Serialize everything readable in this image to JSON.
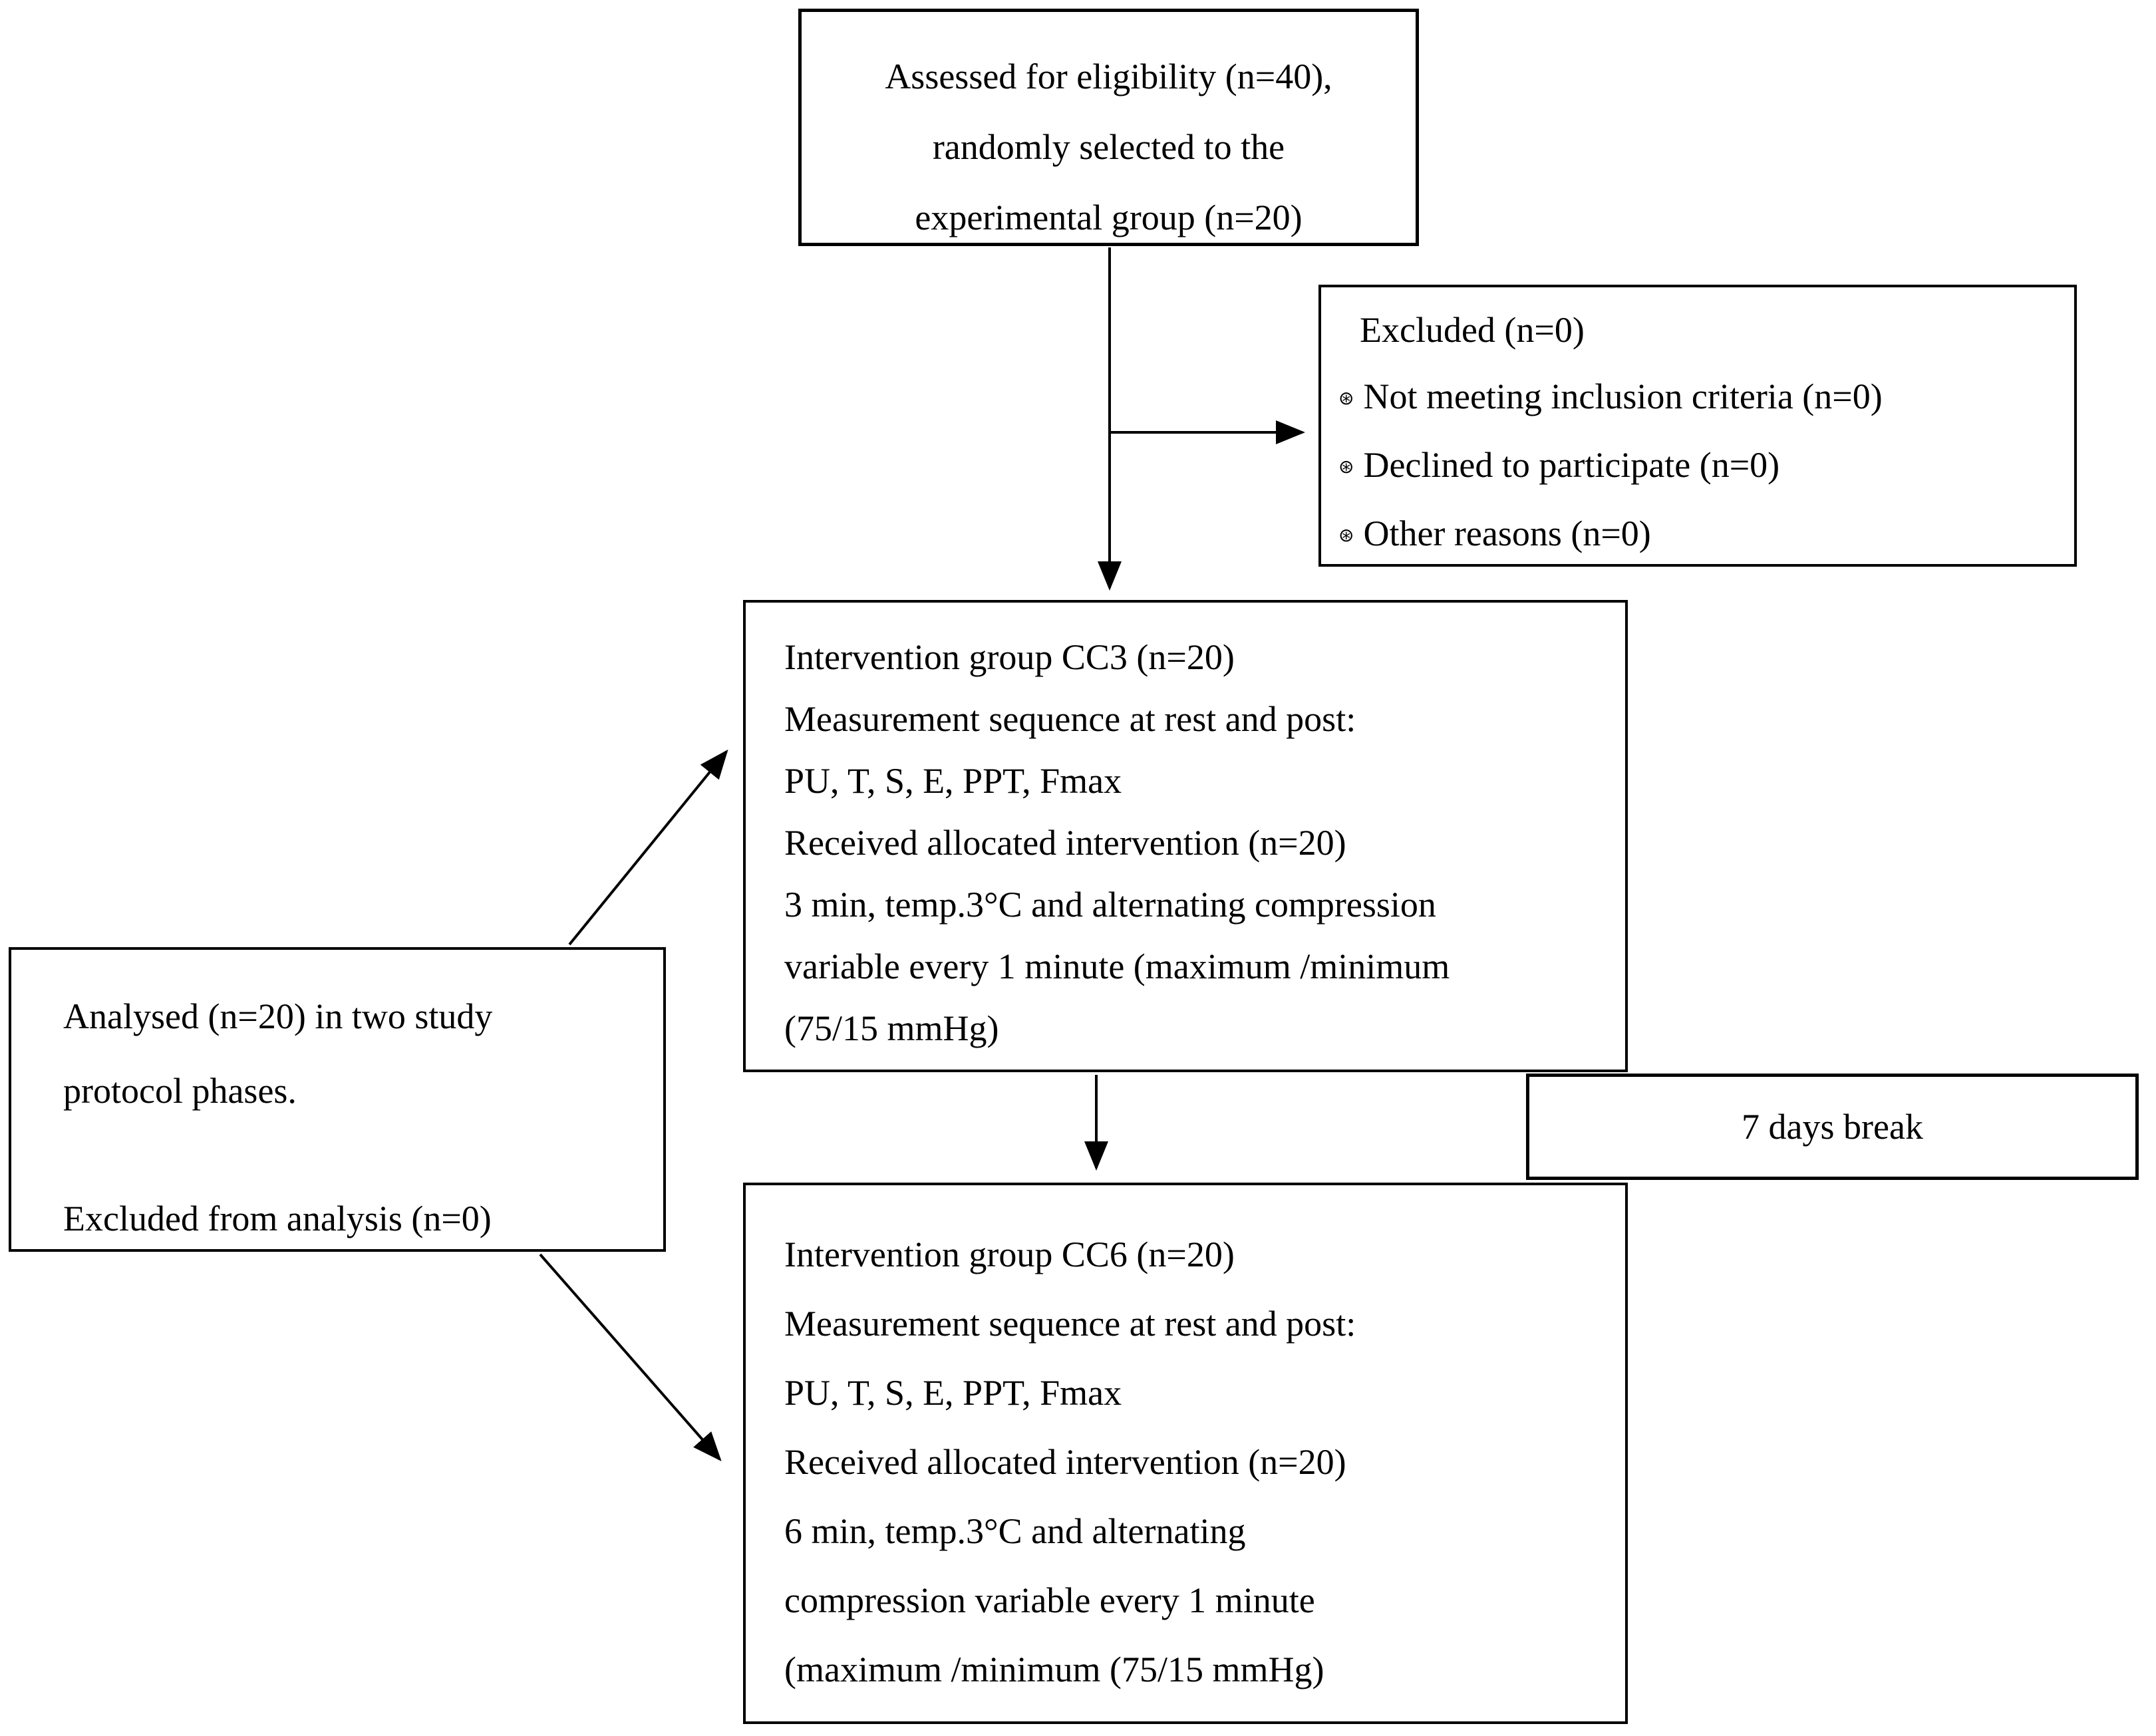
{
  "diagram": {
    "boxes": {
      "eligibility": {
        "lines": [
          "Assessed for eligibility (n=40),",
          "randomly selected to the",
          "experimental group (n=20)"
        ]
      },
      "excluded": {
        "title": "Excluded (n=0)",
        "bullet": "⊛",
        "items": [
          "Not meeting inclusion criteria (n=0)",
          "Declined to participate (n=0)",
          "Other reasons (n=0)"
        ]
      },
      "cc3": {
        "lines": [
          "Intervention group CC3 (n=20)",
          "Measurement sequence at rest and post:",
          "PU, T, S, E, PPT, Fmax",
          "Received allocated intervention (n=20)",
          "3 min, temp.3°C and alternating compression",
          "variable every 1 minute (maximum /minimum",
          "(75/15 mmHg)"
        ]
      },
      "analysed": {
        "lines": [
          "Analysed (n=20) in two study",
          "protocol phases.",
          "Excluded from analysis (n=0)"
        ]
      },
      "break": {
        "label": "7 days break"
      },
      "cc6": {
        "lines": [
          "Intervention group CC6 (n=20)",
          "Measurement sequence at rest and post:",
          "PU, T, S, E, PPT, Fmax",
          "Received allocated intervention (n=20)",
          "6 min, temp.3°C and alternating",
          "compression variable every 1 minute",
          "(maximum /minimum (75/15 mmHg)"
        ]
      }
    },
    "colors": {
      "border": "#000000",
      "background": "#ffffff",
      "text": "#000000"
    }
  }
}
